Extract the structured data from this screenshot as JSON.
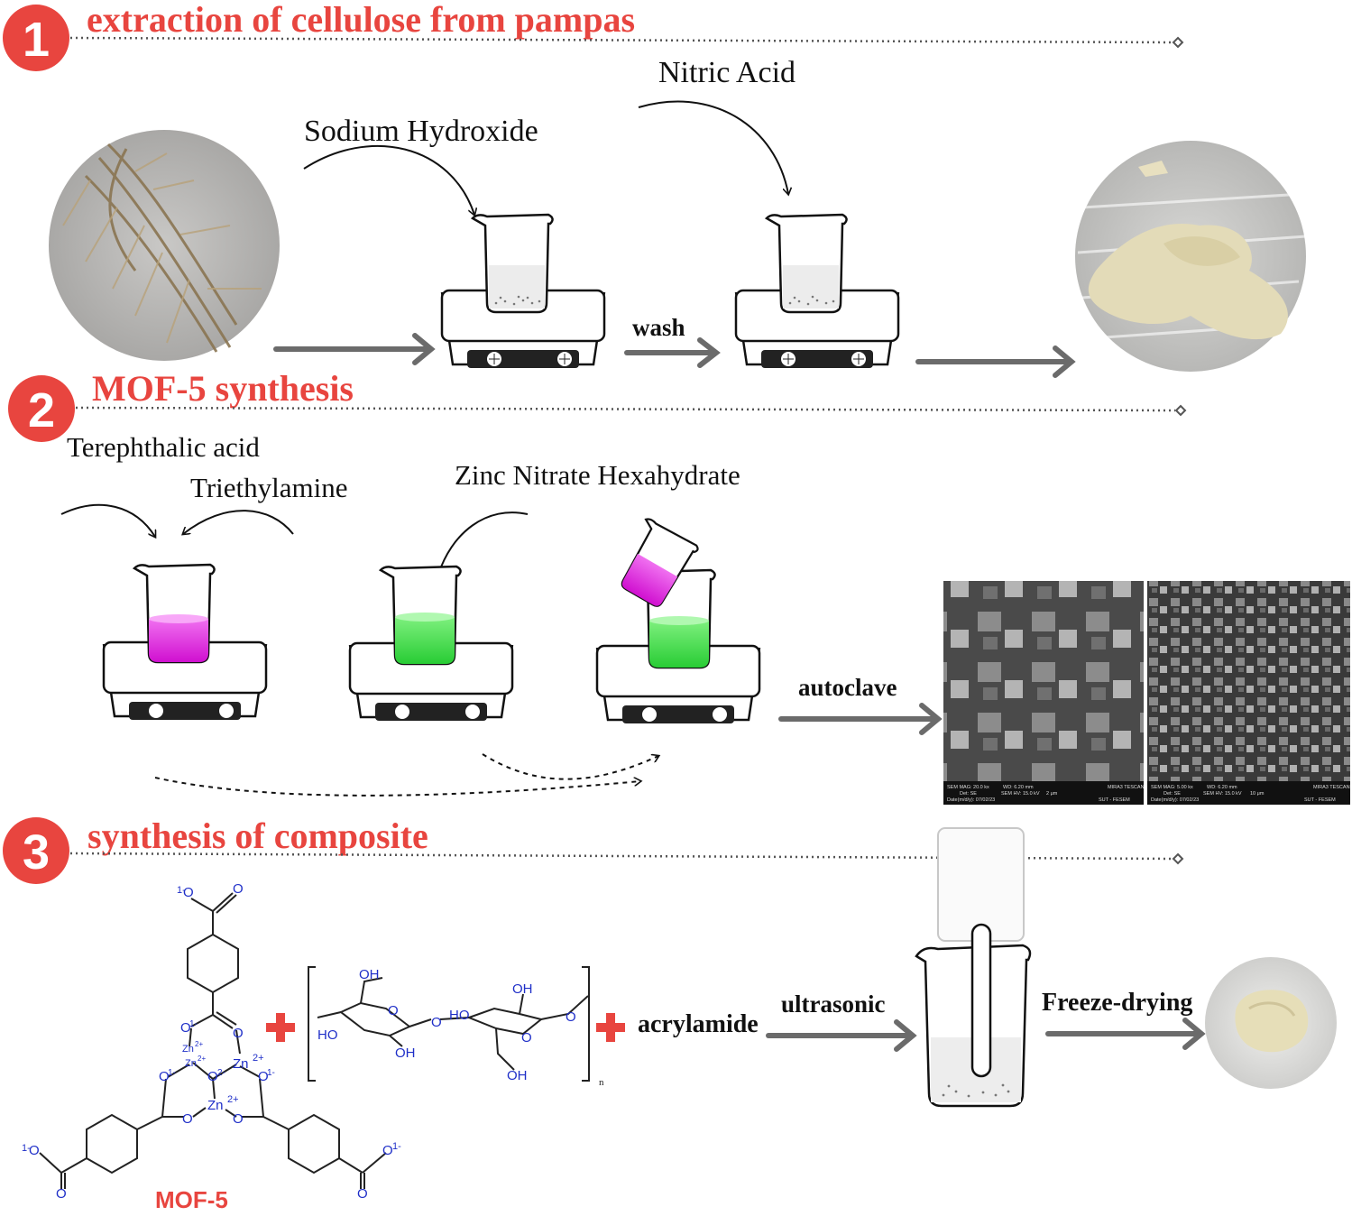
{
  "steps": [
    {
      "number": "1",
      "title": "extraction of cellulose from pampas"
    },
    {
      "number": "2",
      "title": "MOF-5 synthesis"
    },
    {
      "number": "3",
      "title": "synthesis of composite"
    }
  ],
  "step1": {
    "reagent1": "Sodium Hydroxide",
    "reagent2": "Nitric Acid",
    "arrow_wash": "wash"
  },
  "step2": {
    "reagent_a": "Terephthalic acid",
    "reagent_b": "Triethylamine",
    "reagent_c": "Zinc Nitrate Hexahydrate",
    "arrow_autoclave": "autoclave",
    "sem_left": {
      "mag": "SEM MAG: 20.0 kx",
      "wd": "WD: 6.20 mm",
      "hv": "SEM HV: 15.0 kV",
      "det": "Det: SE",
      "scale": "2 μm",
      "date": "Date(m/d/y): 07/02/23",
      "brand": "MIRA3 TESCAN",
      "lab": "SUT - FESEM"
    },
    "sem_right": {
      "mag": "SEM MAG: 5.00 kx",
      "wd": "WD: 6.20 mm",
      "hv": "SEM HV: 15.0 kV",
      "det": "Det: SE",
      "scale": "10 μm",
      "date": "Date(m/d/y): 07/02/23",
      "brand": "MIRA3 TESCAN",
      "lab": "SUT - FESEM"
    }
  },
  "step3": {
    "mof_label": "MOF-5",
    "acrylamide": "acrylamide",
    "arrow_ultrasonic": "ultrasonic",
    "arrow_freeze": "Freeze-drying",
    "subscript_n": "n",
    "mof_atoms": {
      "o": "O",
      "o_minus": "O",
      "o_minus_sup": "1-",
      "o2": "O",
      "o2_sup": "2-",
      "zn": "Zn",
      "zn_sup": "2+"
    },
    "cellulose_atoms": {
      "oh": "OH",
      "ho": "HO",
      "o": "O"
    }
  },
  "colors": {
    "accent_red": "#e8453f",
    "arrow_gray": "#6b6b6b",
    "magenta": "#e020e0",
    "green": "#3fdc4a",
    "chem_blue": "#1f2fc8"
  },
  "icons": [
    "hotplate-stirrer-icon",
    "beaker-icon",
    "ultrasonic-probe-icon",
    "plus-icon"
  ]
}
